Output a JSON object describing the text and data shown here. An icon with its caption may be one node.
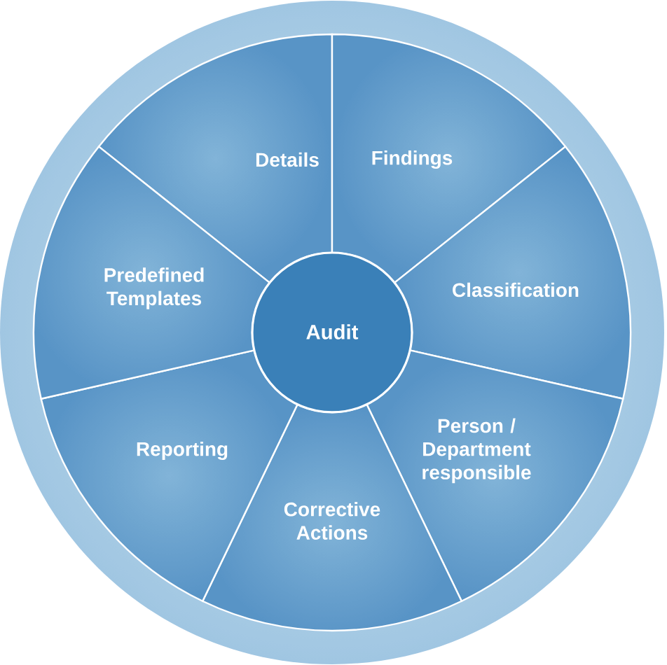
{
  "diagram": {
    "nodes": [
      {
        "text": [
          "Details"
        ]
      },
      {
        "text": [
          "Findings"
        ]
      },
      {
        "text": [
          "Classification"
        ]
      },
      {
        "text": [
          "Person / Department responsible"
        ]
      },
      {
        "text": [
          "Corrective Actions"
        ]
      },
      {
        "text": [
          "Reporting"
        ]
      },
      {
        "text": [
          "Predefined Templates"
        ]
      },
      {
        "text": [
          "Audit"
        ]
      }
    ]
  }
}
